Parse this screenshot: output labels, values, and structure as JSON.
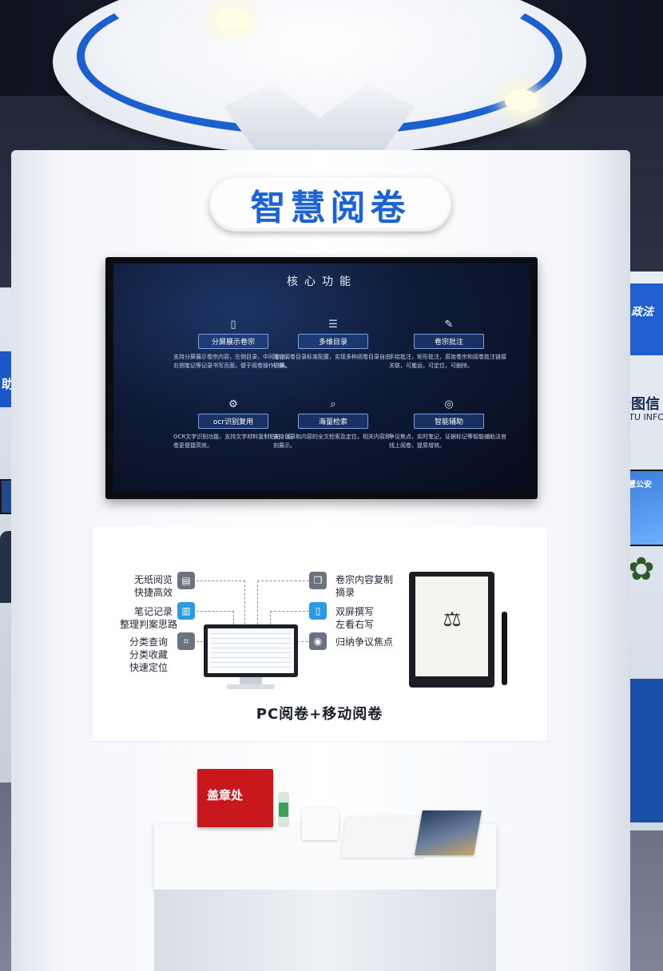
{
  "title": "智慧阅卷",
  "screen": {
    "heading": "核心功能",
    "features": [
      {
        "icon": "book-icon",
        "label": "分屏展示卷宗",
        "desc": "支持分屏展示卷宗内容，左侧目录，中间卷宗，右侧笔记等记录书写页面，便于阅卷操作分屏。"
      },
      {
        "icon": "list-icon",
        "label": "多维目录",
        "desc": "法官阅卷目录标准配置，实现多种阅卷目录自由切换。"
      },
      {
        "icon": "edit-icon",
        "label": "卷宗批注",
        "desc": "手绘批注，矩形批注，原始卷宗和阅卷批注链接关联，可搬运，可定位，可删除。"
      },
      {
        "icon": "gear-icon",
        "label": "ocr识别复用",
        "desc": "OCR文字识别功能，支持文字材料复制粘贴，阅卷更便捷高效。"
      },
      {
        "icon": "search-icon",
        "label": "海量检索",
        "desc": "支持目录和内容的全文检索及定位，相关内容即刻展示。"
      },
      {
        "icon": "assist-icon",
        "label": "智能辅助",
        "desc": "争议焦点，实时笔记，证据标记等智能辅助法官线上阅卷，提质增效。"
      }
    ]
  },
  "poster": {
    "left_items": [
      {
        "icon": "paper-icon",
        "lines": [
          "无纸阅览",
          "快捷高效"
        ]
      },
      {
        "icon": "note-icon",
        "lines": [
          "笔记记录",
          "整理判案思路"
        ]
      },
      {
        "icon": "classify-icon",
        "lines": [
          "分类查询",
          "分类收藏",
          "快速定位"
        ]
      }
    ],
    "right_items": [
      {
        "icon": "copy-icon",
        "lines": [
          "卷宗内容复制",
          "摘录"
        ]
      },
      {
        "icon": "split-icon",
        "lines": [
          "双屏撰写",
          "左看右写"
        ]
      },
      {
        "icon": "focus-icon",
        "lines": [
          "归纳争议焦点"
        ]
      }
    ],
    "caption": "PC阅卷+移动阅卷"
  },
  "stamp_sign": "盖章处",
  "background": {
    "left_banner": "助力政",
    "right_banner": "政法",
    "right_company": "信云图信",
    "right_company_en": "NYUNTU INFOR",
    "right_screen": "智慧公安"
  },
  "colors": {
    "brand_blue": "#1d63d6",
    "screen_bg": "#0e1a36",
    "stamp_red": "#c9171e"
  }
}
